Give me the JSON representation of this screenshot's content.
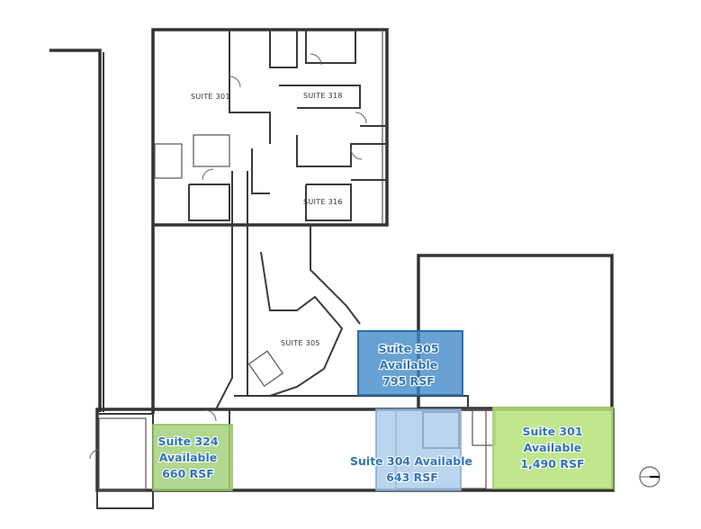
{
  "plan_labels": {
    "suite_301": "SUITE 301",
    "suite_318": "SUITE 318",
    "suite_316": "SUITE 316",
    "suite_305": "SUITE 305"
  },
  "available_suites": [
    {
      "line1": "Suite 305",
      "line2": "Available",
      "line3": "795 RSF",
      "color": "#3d86c6"
    },
    {
      "line1": "Suite 304 Available",
      "line2": "643 RSF",
      "color": "#a9cbe8"
    },
    {
      "line1": "Suite 301",
      "line2": "Available",
      "line3": "1,490 RSF",
      "color": "#b5e378"
    },
    {
      "line1": "Suite 324",
      "line2": "Available",
      "line3": "660 RSF",
      "color": "#a3d17a"
    }
  ],
  "icons": {
    "north_arrow": "compass-icon"
  }
}
